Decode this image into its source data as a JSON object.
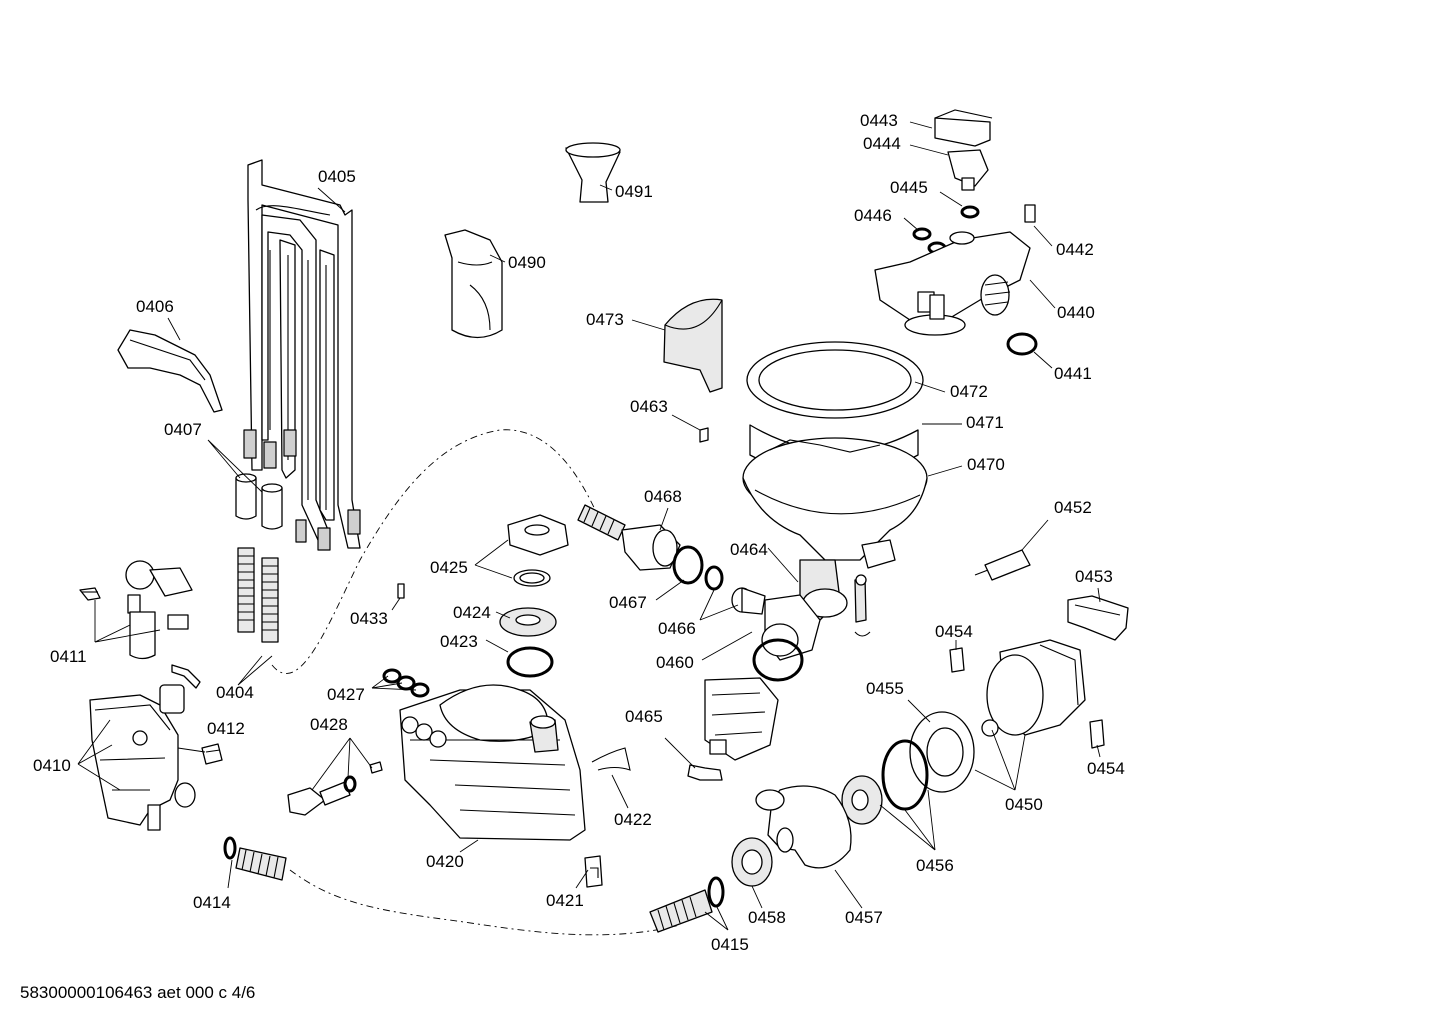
{
  "footer": "58300000106463 aet 000 c 4/6",
  "labels": {
    "l0405": "0405",
    "l0406": "0406",
    "l0407": "0407",
    "l0404": "0404",
    "l0411": "0411",
    "l0410": "0410",
    "l0412": "0412",
    "l0414": "0414",
    "l0490": "0490",
    "l0491": "0491",
    "l0473": "0473",
    "l0463": "0463",
    "l0468": "0468",
    "l0425": "0425",
    "l0424": "0424",
    "l0423": "0423",
    "l0433": "0433",
    "l0427": "0427",
    "l0428": "0428",
    "l0420": "0420",
    "l0421": "0421",
    "l0422": "0422",
    "l0465": "0465",
    "l0467": "0467",
    "l0466": "0466",
    "l0464": "0464",
    "l0460": "0460",
    "l0443": "0443",
    "l0444": "0444",
    "l0445": "0445",
    "l0446": "0446",
    "l0442": "0442",
    "l0440": "0440",
    "l0441": "0441",
    "l0472": "0472",
    "l0471": "0471",
    "l0470": "0470",
    "l0452": "0452",
    "l0453": "0453",
    "l0454a": "0454",
    "l0454b": "0454",
    "l0455": "0455",
    "l0450": "0450",
    "l0456": "0456",
    "l0457": "0457",
    "l0458": "0458",
    "l0415": "0415"
  }
}
